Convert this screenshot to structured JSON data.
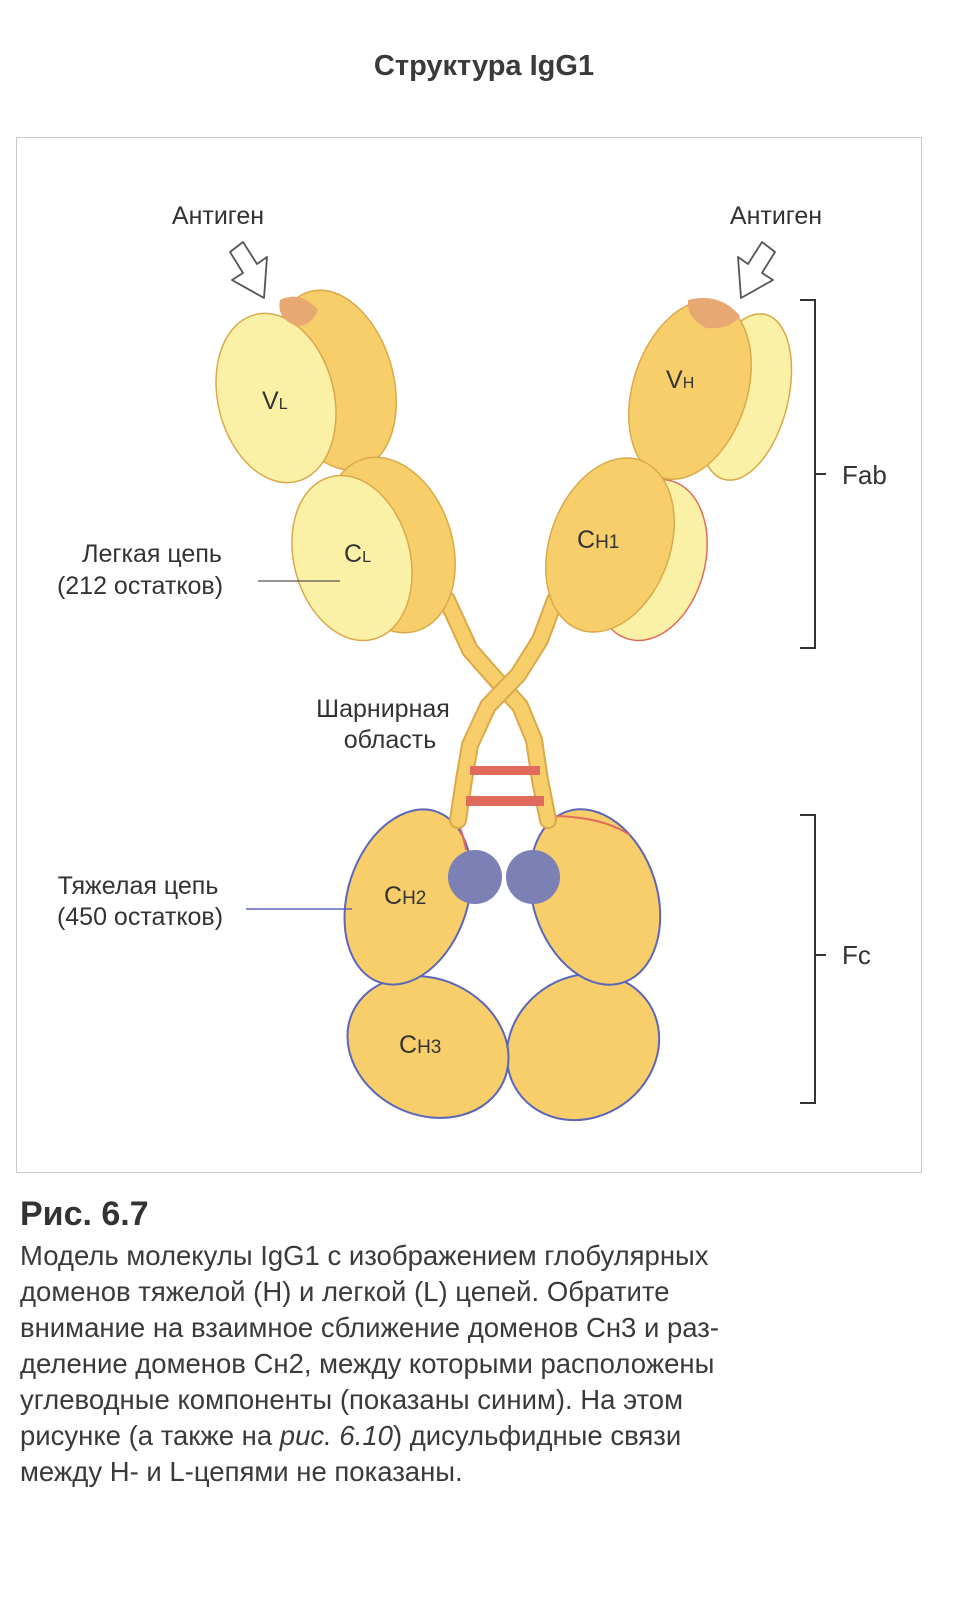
{
  "title": "Структура IgG1",
  "labels": {
    "antigen_left": "Антиген",
    "antigen_right": "Антиген",
    "vl": "V",
    "vl_sub": "L",
    "vh": "V",
    "vh_sub": "H",
    "cl": "C",
    "cl_sub": "L",
    "ch1": "C",
    "ch1_sub": "H1",
    "ch2": "C",
    "ch2_sub": "H2",
    "ch3": "C",
    "ch3_sub": "H3",
    "light_chain_1": "Легкая цепь",
    "light_chain_2": "(212 остатков)",
    "hinge_1": "Шарнирная",
    "hinge_2": "область",
    "heavy_chain_1": "Тяжелая цепь",
    "heavy_chain_2": "(450 остатков)",
    "fab": "Fab",
    "fc": "Fc"
  },
  "caption": {
    "head": "Рис. 6.7",
    "line1": "Модель молекулы IgG1 с изображением глобулярных",
    "line2": "доменов тяжелой (H) и легкой (L) цепей. Обратите",
    "line3": "внимание на взаимное сближение доменов Cн3 и раз-",
    "line4": "деление доменов Cн2, между которыми расположены",
    "line5": "углеводные компоненты (показаны синим). На этом",
    "line6a": "рисунке (а также на ",
    "line6b": "рис. 6.10",
    "line6c": ") дисульфидные связи",
    "line7": "между H- и L-цепями не показаны."
  },
  "colors": {
    "domain_fill": "#f7ce6a",
    "light_fill": "#fbf1a6",
    "antigen_site": "#e8a872",
    "disulfide": "#e06a5c",
    "carbohydrate": "#7c80b4",
    "heavy_outline": "#5b66b8",
    "ink": "#333333"
  }
}
